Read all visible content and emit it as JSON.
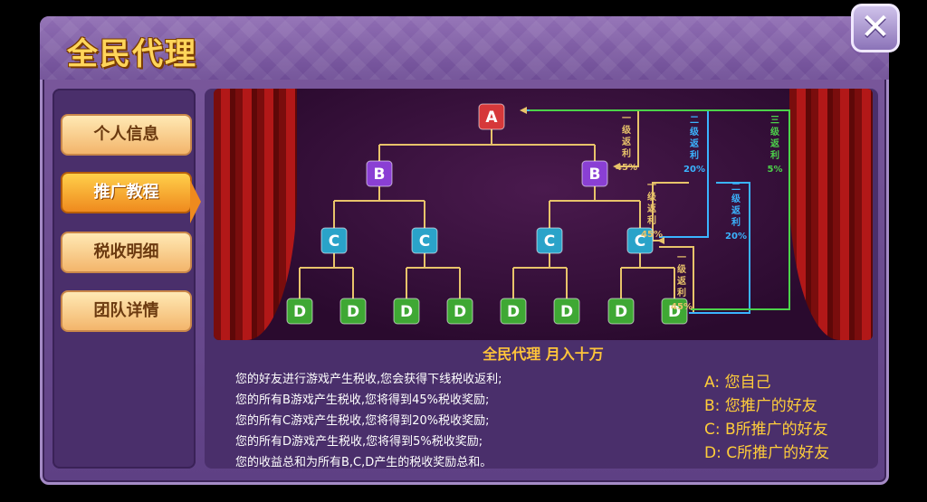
{
  "header": {
    "title": "全民代理"
  },
  "close_label": "✕",
  "sidebar": {
    "items": [
      {
        "label": "个人信息"
      },
      {
        "label": "推广教程"
      },
      {
        "label": "税收明细"
      },
      {
        "label": "团队详情"
      }
    ],
    "active_index": 1
  },
  "diagram": {
    "nodes": {
      "a": "A",
      "b": "B",
      "c": "C",
      "d": "D"
    },
    "labels": {
      "l1": [
        "一",
        "级",
        "返",
        "利"
      ],
      "l1_pct": "45%",
      "l2": [
        "一",
        "级",
        "返",
        "利"
      ],
      "l2_pct": "45%",
      "l3": [
        "一",
        "级",
        "返",
        "利"
      ],
      "l3_pct": "45%",
      "l4": [
        "二",
        "级",
        "返",
        "利"
      ],
      "l4_pct": "20%",
      "l5": [
        "二",
        "级",
        "返",
        "利"
      ],
      "l5_pct": "20%",
      "l6": [
        "三",
        "级",
        "返",
        "利"
      ],
      "l6_pct": "5%"
    },
    "colors": {
      "a": "#d6383a",
      "b": "#8a3fd4",
      "c": "#2aa3c9",
      "d": "#3fa834",
      "line_gold": "#e8c36a",
      "line_blue": "#3ab4ff",
      "line_green": "#4cd24a"
    }
  },
  "subtitle": "全民代理  月入十万",
  "description": [
    "您的好友进行游戏产生税收,您会获得下线税收返利;",
    "您的所有B游戏产生税收,您将得到45%税收奖励;",
    "您的所有C游戏产生税收,您将得到20%税收奖励;",
    "您的所有D游戏产生税收,您将得到5%税收奖励;",
    "您的收益总和为所有B,C,D产生的税收奖励总和。"
  ],
  "legend": [
    "A: 您自己",
    "B: 您推广的好友",
    "C: B所推广的好友",
    "D: C所推广的好友"
  ]
}
